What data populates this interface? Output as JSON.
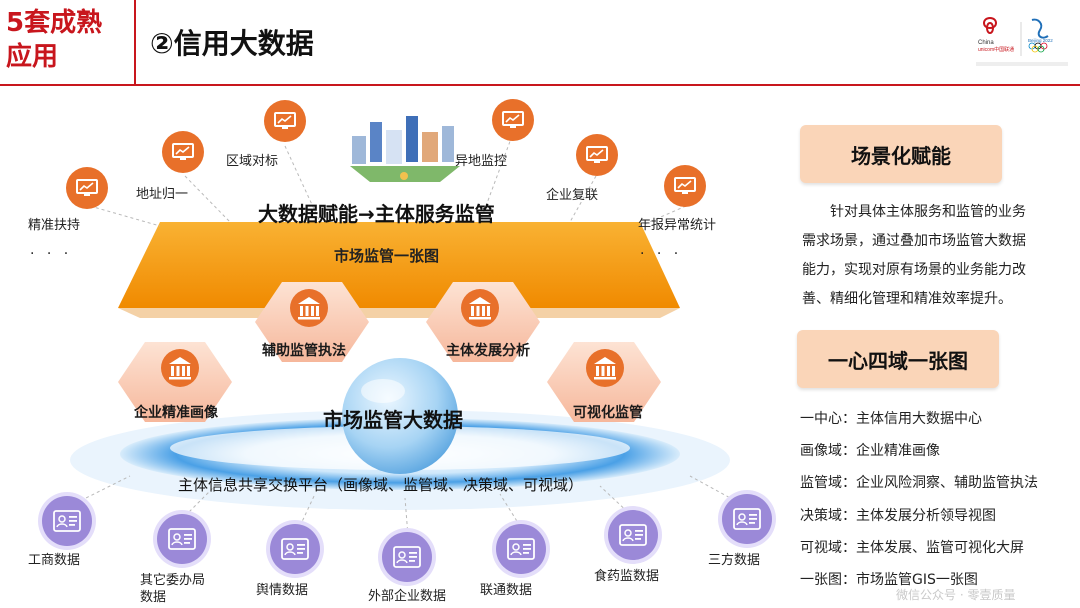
{
  "header": {
    "section_line1": "5套成熟",
    "section_line2": "应用",
    "title": "②信用大数据",
    "logo_text_top": "China unicom中国联通",
    "logo_text_bottom": "Beijing 2022"
  },
  "diagram": {
    "top_icons": [
      {
        "icon": "chart-monitor-icon",
        "label": "精准扶持"
      },
      {
        "icon": "chart-monitor-icon",
        "label": "地址归一"
      },
      {
        "icon": "chart-monitor-icon",
        "label": "区域对标"
      },
      {
        "icon": "chart-monitor-icon",
        "label": "异地监控"
      },
      {
        "icon": "chart-monitor-icon",
        "label": "企业复联"
      },
      {
        "icon": "chart-monitor-icon",
        "label": "年报异常统计"
      }
    ],
    "ellipsis_left": "· · ·",
    "ellipsis_right": "· · ·",
    "headline": "大数据赋能→主体服务监管",
    "band_label": "市场监管一张图",
    "hexes": [
      {
        "icon": "bank-icon",
        "label": "辅助监管执法"
      },
      {
        "icon": "bank-icon",
        "label": "主体发展分析"
      },
      {
        "icon": "bank-icon",
        "label": "企业精准画像"
      },
      {
        "icon": "bank-icon",
        "label": "可视化监管"
      }
    ],
    "core_label": "市场监管大数据",
    "platform_label": "主体信息共享交换平台（画像域、监管域、决策域、可视域）",
    "data_sources": [
      {
        "icon": "id-card-icon",
        "label": "工商数据"
      },
      {
        "icon": "id-card-icon",
        "label": "其它委办局\n数据"
      },
      {
        "icon": "id-card-icon",
        "label": "舆情数据"
      },
      {
        "icon": "id-card-icon",
        "label": "外部企业数据"
      },
      {
        "icon": "id-card-icon",
        "label": "联通数据"
      },
      {
        "icon": "id-card-icon",
        "label": "食药监数据"
      },
      {
        "icon": "id-card-icon",
        "label": "三方数据"
      }
    ]
  },
  "sidebar": {
    "box1_title": "场景化赋能",
    "box1_desc": "针对具体主体服务和监管的业务需求场景，通过叠加市场监管大数据能力，实现对原有场景的业务能力改善、精细化管理和精准效率提升。",
    "box2_title": "一心四域一张图",
    "items": [
      "一中心：主体信用大数据中心",
      "画像域：企业精准画像",
      "监管域：企业风险洞察、辅助监管执法",
      "决策域：主体发展分析领导视图",
      "可视域：主体发展、监管可视化大屏",
      "一张图：市场监管GIS一张图"
    ]
  },
  "watermark": "微信公众号 · 零壹质量",
  "colors": {
    "brand_red": "#c8161d",
    "orange": "#f29a14",
    "icon_orange": "#e8702a",
    "purple": "#9b89d8",
    "peach": "#fad5b8"
  }
}
